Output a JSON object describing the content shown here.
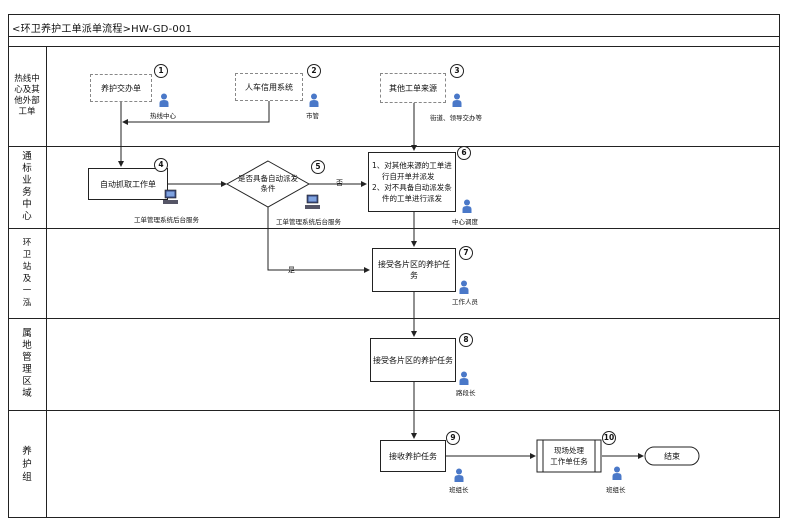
{
  "title": "<环卫养护工单派单流程>HW-GD-001",
  "lanes": [
    {
      "label": [
        "热线中",
        "心及其",
        "他外部",
        "工单"
      ]
    },
    {
      "label": [
        "通",
        "标",
        "业",
        "务",
        "中",
        "心"
      ]
    },
    {
      "label": [
        "环",
        "卫",
        "站",
        "及",
        "一",
        "泓"
      ]
    },
    {
      "label": [
        "属",
        "地",
        "管",
        "理",
        "区",
        "域"
      ]
    },
    {
      "label": [
        "养",
        "护",
        "组"
      ]
    }
  ],
  "nodes": {
    "n1": {
      "num": "1",
      "text": "养护交办单",
      "role": "热线中心"
    },
    "n2": {
      "num": "2",
      "text": "人车信用系统",
      "role": "市管"
    },
    "n3": {
      "num": "3",
      "text": "其他工单来源",
      "role": "街道、领导交办等"
    },
    "n4": {
      "num": "4",
      "text": "自动抓取工作单",
      "role": "工单管理系统后台服务"
    },
    "n5": {
      "num": "5",
      "text": [
        "是否具备自动派发",
        "条件"
      ],
      "role": "工单管理系统后台服务"
    },
    "n6": {
      "num": "6",
      "text": [
        "1、对其他来源的工单进",
        "行自开单并派发",
        "2、对不具备自动派发条",
        "件的工单进行派发"
      ],
      "role": "中心调度"
    },
    "n7": {
      "num": "7",
      "text": [
        "接受各片区的养护任",
        "务"
      ],
      "role": "工作人员"
    },
    "n8": {
      "num": "8",
      "text": "接受各片区的养护任务",
      "role": "路段长"
    },
    "n9": {
      "num": "9",
      "text": "接收养护任务",
      "role": "班组长"
    },
    "n10": {
      "num": "10",
      "text": [
        "现场处理",
        "工作单任务"
      ],
      "role": "班组长"
    },
    "end": {
      "text": "结束"
    }
  },
  "edge_labels": {
    "no": "否",
    "yes": "是"
  },
  "icons": {
    "person": "person-icon",
    "computer": "computer-icon"
  },
  "colors": {
    "person": "#4a78c8",
    "line": "#222222"
  }
}
